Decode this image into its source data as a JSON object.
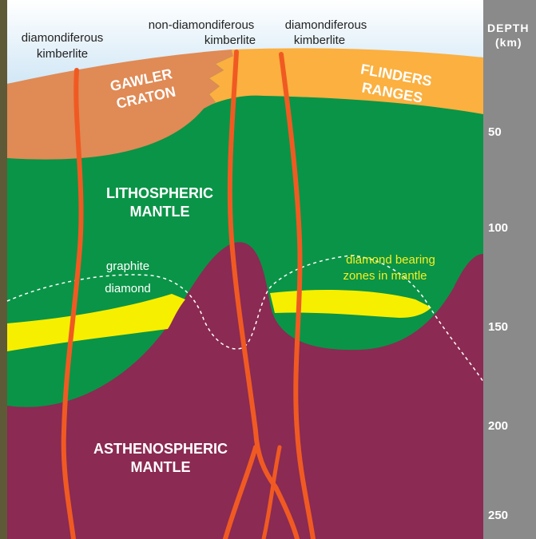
{
  "top_labels": {
    "left_kimberlite_line1": "diamondiferous",
    "left_kimberlite_line2": "kimberlite",
    "middle_kimberlite_line1": "non-diamondiferous",
    "middle_kimberlite_line2": "kimberlite",
    "right_kimberlite_line1": "diamondiferous",
    "right_kimberlite_line2": "kimberlite"
  },
  "regions": {
    "gawler_line1": "GAWLER",
    "gawler_line2": "CRATON",
    "flinders_line1": "FLINDERS",
    "flinders_line2": "RANGES",
    "litho_line1": "LITHOSPHERIC",
    "litho_line2": "MANTLE",
    "astheno_line1": "ASTHENOSPHERIC",
    "astheno_line2": "MANTLE"
  },
  "zone_labels": {
    "graphite": "graphite",
    "diamond": "diamond",
    "bearing_line1": "diamond bearing",
    "bearing_line2": "zones in mantle"
  },
  "depth_axis": {
    "title_line1": "DEPTH",
    "title_line2": "(km)",
    "ticks": [
      "50",
      "100",
      "150",
      "200",
      "250"
    ]
  },
  "colors": {
    "sky": "#d9ecf8",
    "gawler_craton": "#e08a55",
    "flinders_ranges": "#fbb040",
    "lithospheric_mantle": "#0a9447",
    "asthenospheric_mantle": "#8b2a52",
    "diamond_zone": "#f7ef00",
    "kimberlite": "#f05a22",
    "depth_bar": "#8a8a8a"
  }
}
